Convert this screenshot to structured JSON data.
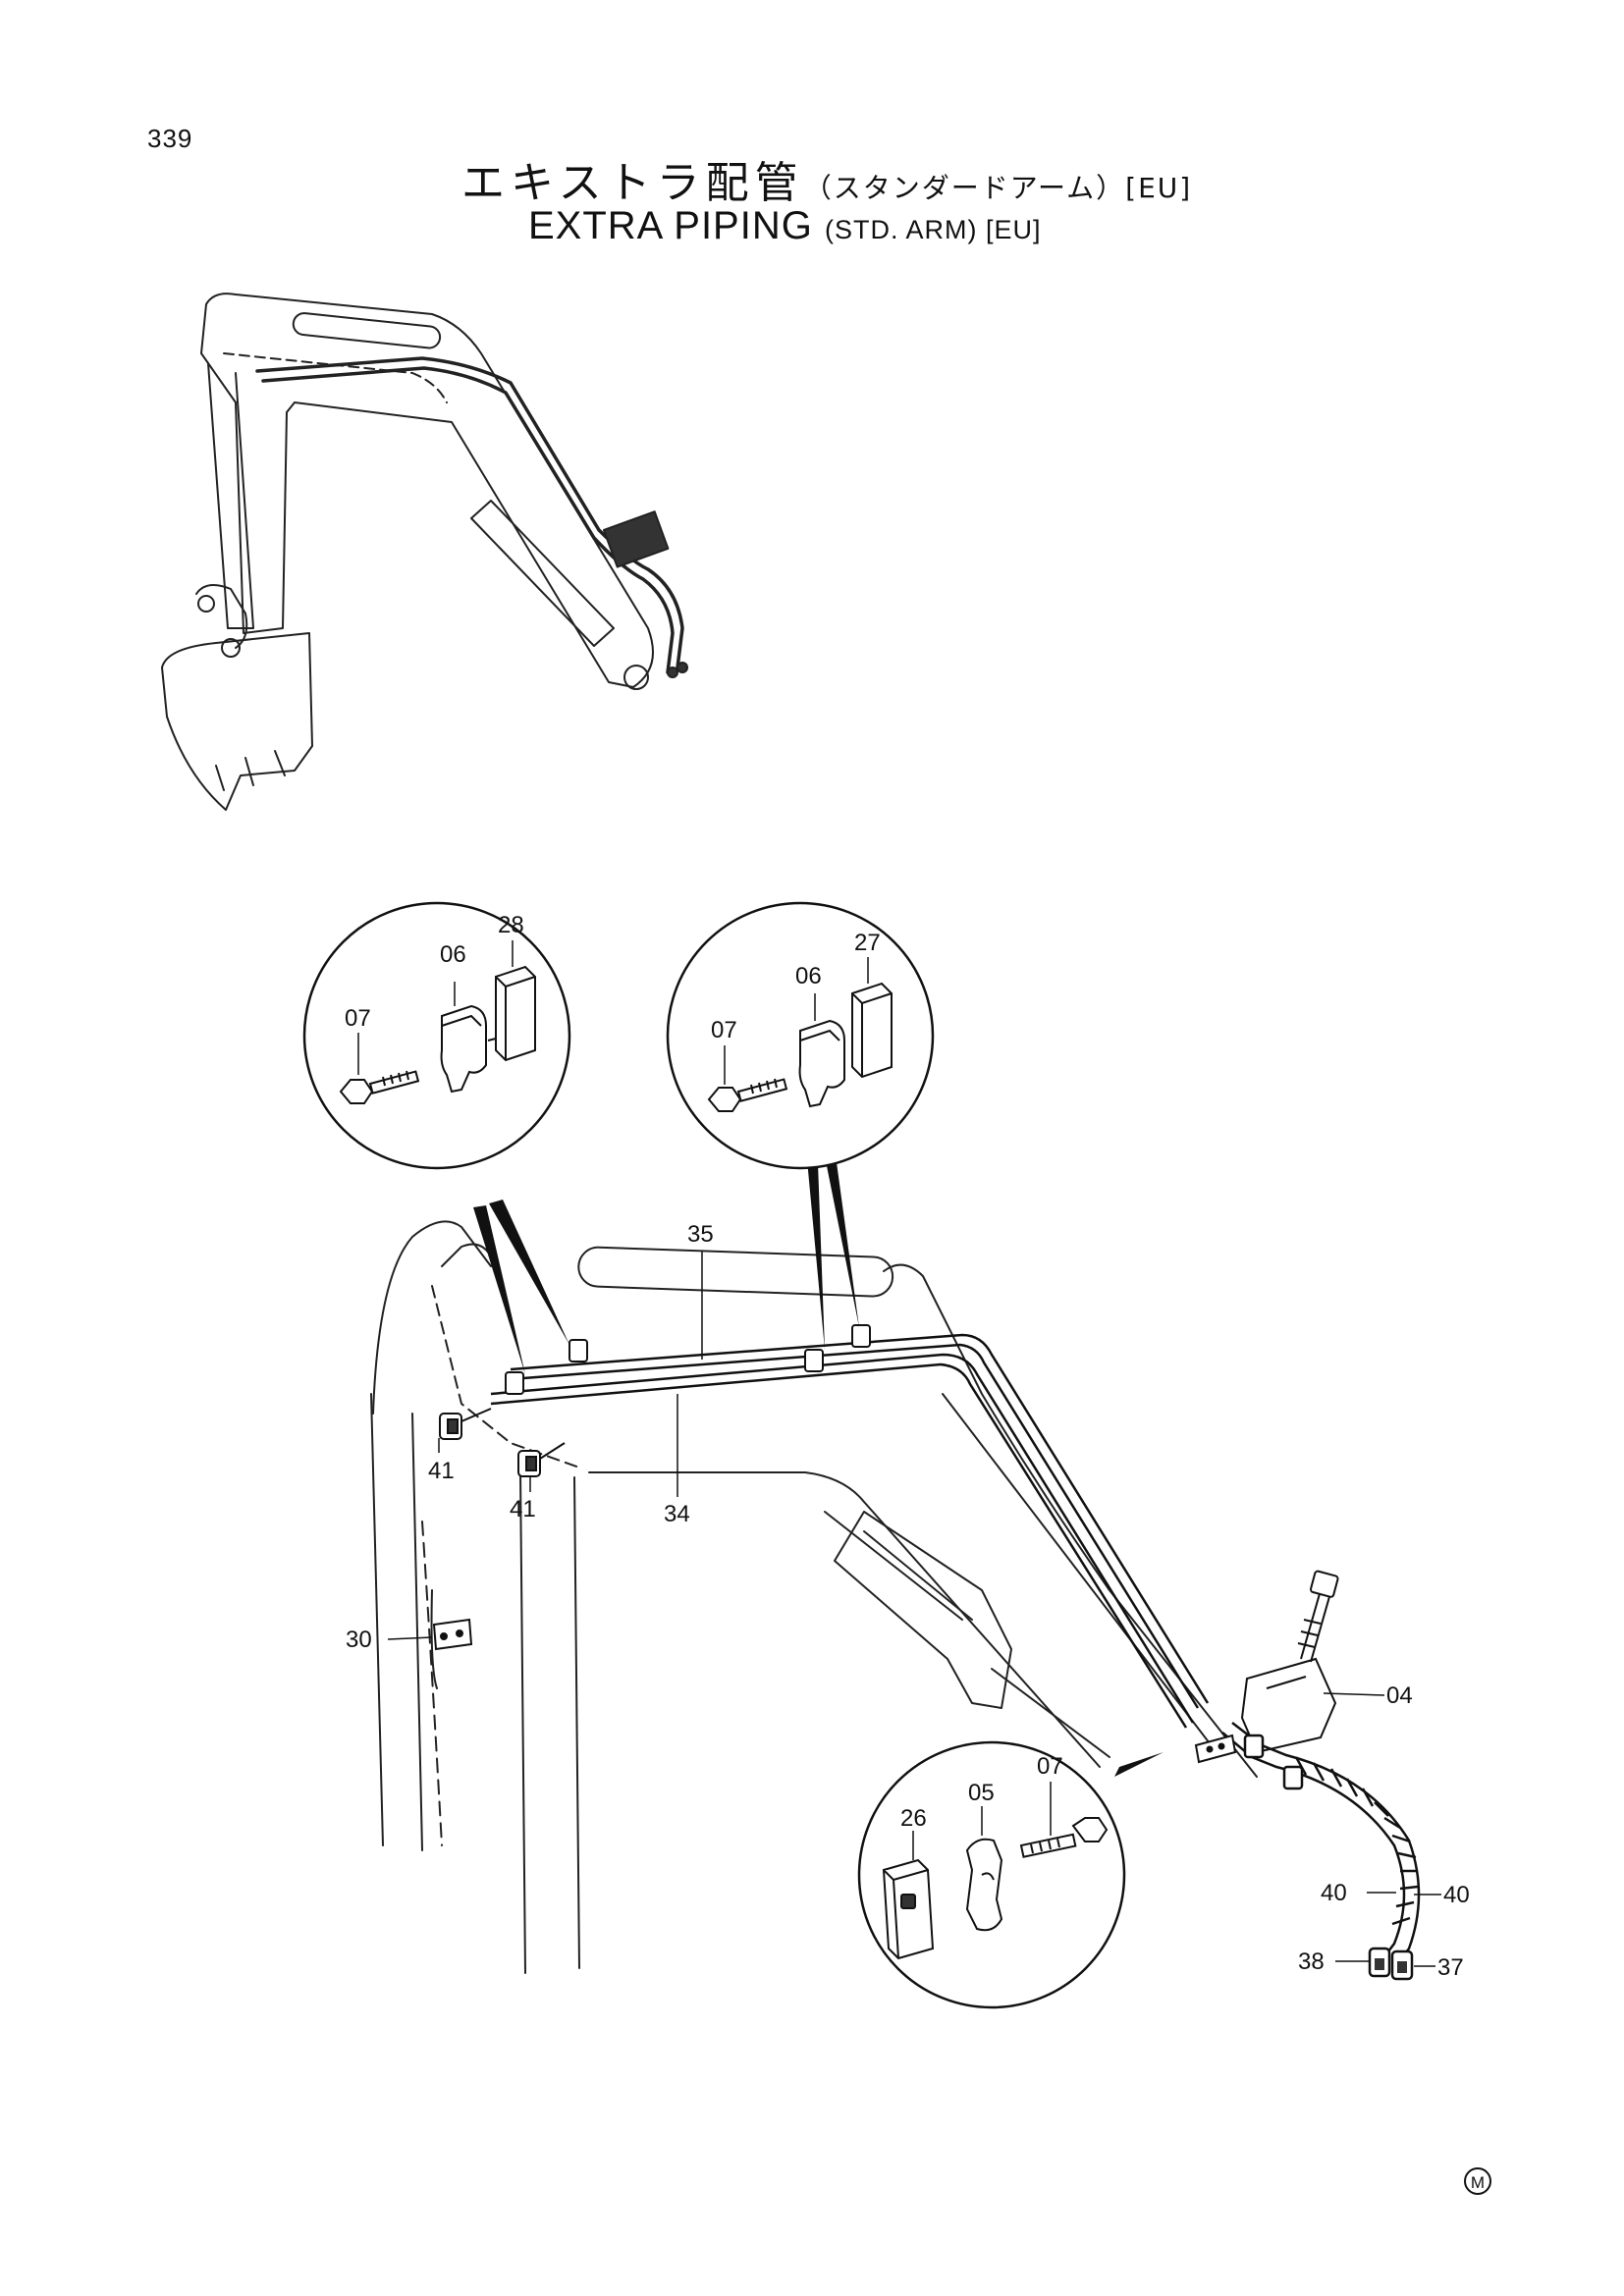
{
  "page_number": "339",
  "title_jp": {
    "main": "エキストラ配管",
    "sub": "（スタンダードアーム）[EU]"
  },
  "title_en": {
    "main": "EXTRA PIPING",
    "sub": "(STD. ARM) [EU]"
  },
  "detail_left": {
    "labels": [
      "07",
      "06",
      "28"
    ]
  },
  "detail_mid": {
    "labels": [
      "07",
      "06",
      "27"
    ]
  },
  "detail_right": {
    "labels": [
      "26",
      "05",
      "07"
    ]
  },
  "callouts": {
    "c35": "35",
    "c34": "34",
    "c41a": "41",
    "c41b": "41",
    "c30": "30",
    "c04": "04",
    "c40a": "40",
    "c40b": "40",
    "c38": "38",
    "c37": "37"
  },
  "mark": "M"
}
